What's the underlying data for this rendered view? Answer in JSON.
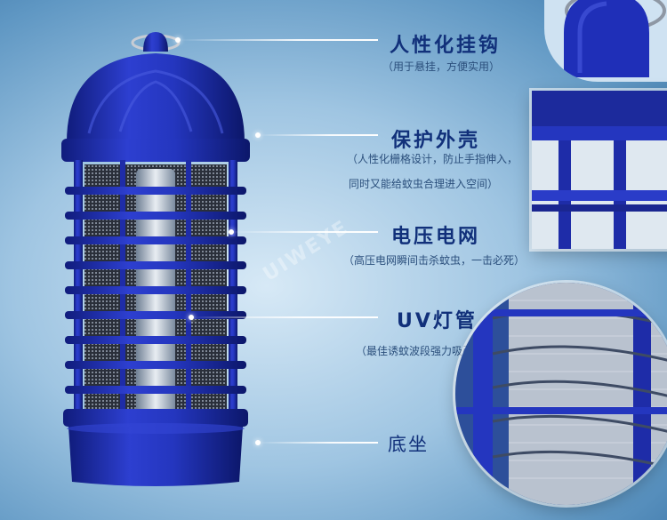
{
  "callouts": [
    {
      "title": "人性化挂钩",
      "desc": [
        "（用于悬挂，方便实用）"
      ]
    },
    {
      "title": "保护外壳",
      "desc": [
        "（人性化栅格设计，防止手指伸入，",
        "同时又能给蚊虫合理进入空间）"
      ]
    },
    {
      "title": "电压电网",
      "desc": [
        "（高压电网瞬间击杀蚊虫，一击必死）"
      ]
    },
    {
      "title": "UV灯管",
      "desc": [
        "（最佳诱蚊波段强力吸引蚊虫）"
      ]
    },
    {
      "title": "底坐",
      "desc": []
    }
  ],
  "colors": {
    "product_blue": "#1f2fb8",
    "title_text": "#11307a",
    "background": "#9fc5e2"
  },
  "watermark": "UIWEYE"
}
